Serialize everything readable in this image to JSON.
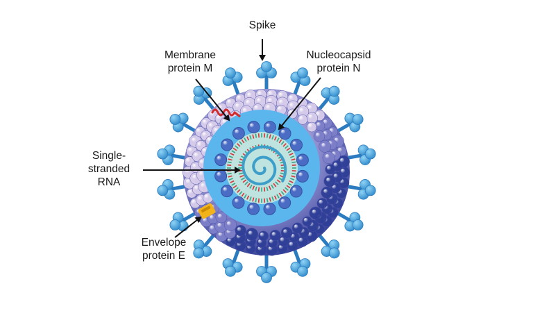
{
  "labels": {
    "spike": "Spike",
    "membrane": [
      "Membrane",
      "protein M"
    ],
    "nucleocapsid": [
      "Nucleocapsid",
      "protein N"
    ],
    "rna": [
      "Single-",
      "stranded",
      "RNA"
    ],
    "envelope": [
      "Envelope",
      "protein E"
    ]
  },
  "colors": {
    "spike_light": "#4ab0e6",
    "spike_dark": "#2a7bbf",
    "envelope_dark": "#2f3f97",
    "envelope_light": "#d8cdeb",
    "core": "#5cb6ee",
    "nucleocapsid_bead": "#4a6cc4",
    "rna_fill": "#bfe3df",
    "rna_red": "#d9343a",
    "membrane_protein": "#d22a2a",
    "envelope_protein": "#f2b21a",
    "arrow": "#111111"
  }
}
